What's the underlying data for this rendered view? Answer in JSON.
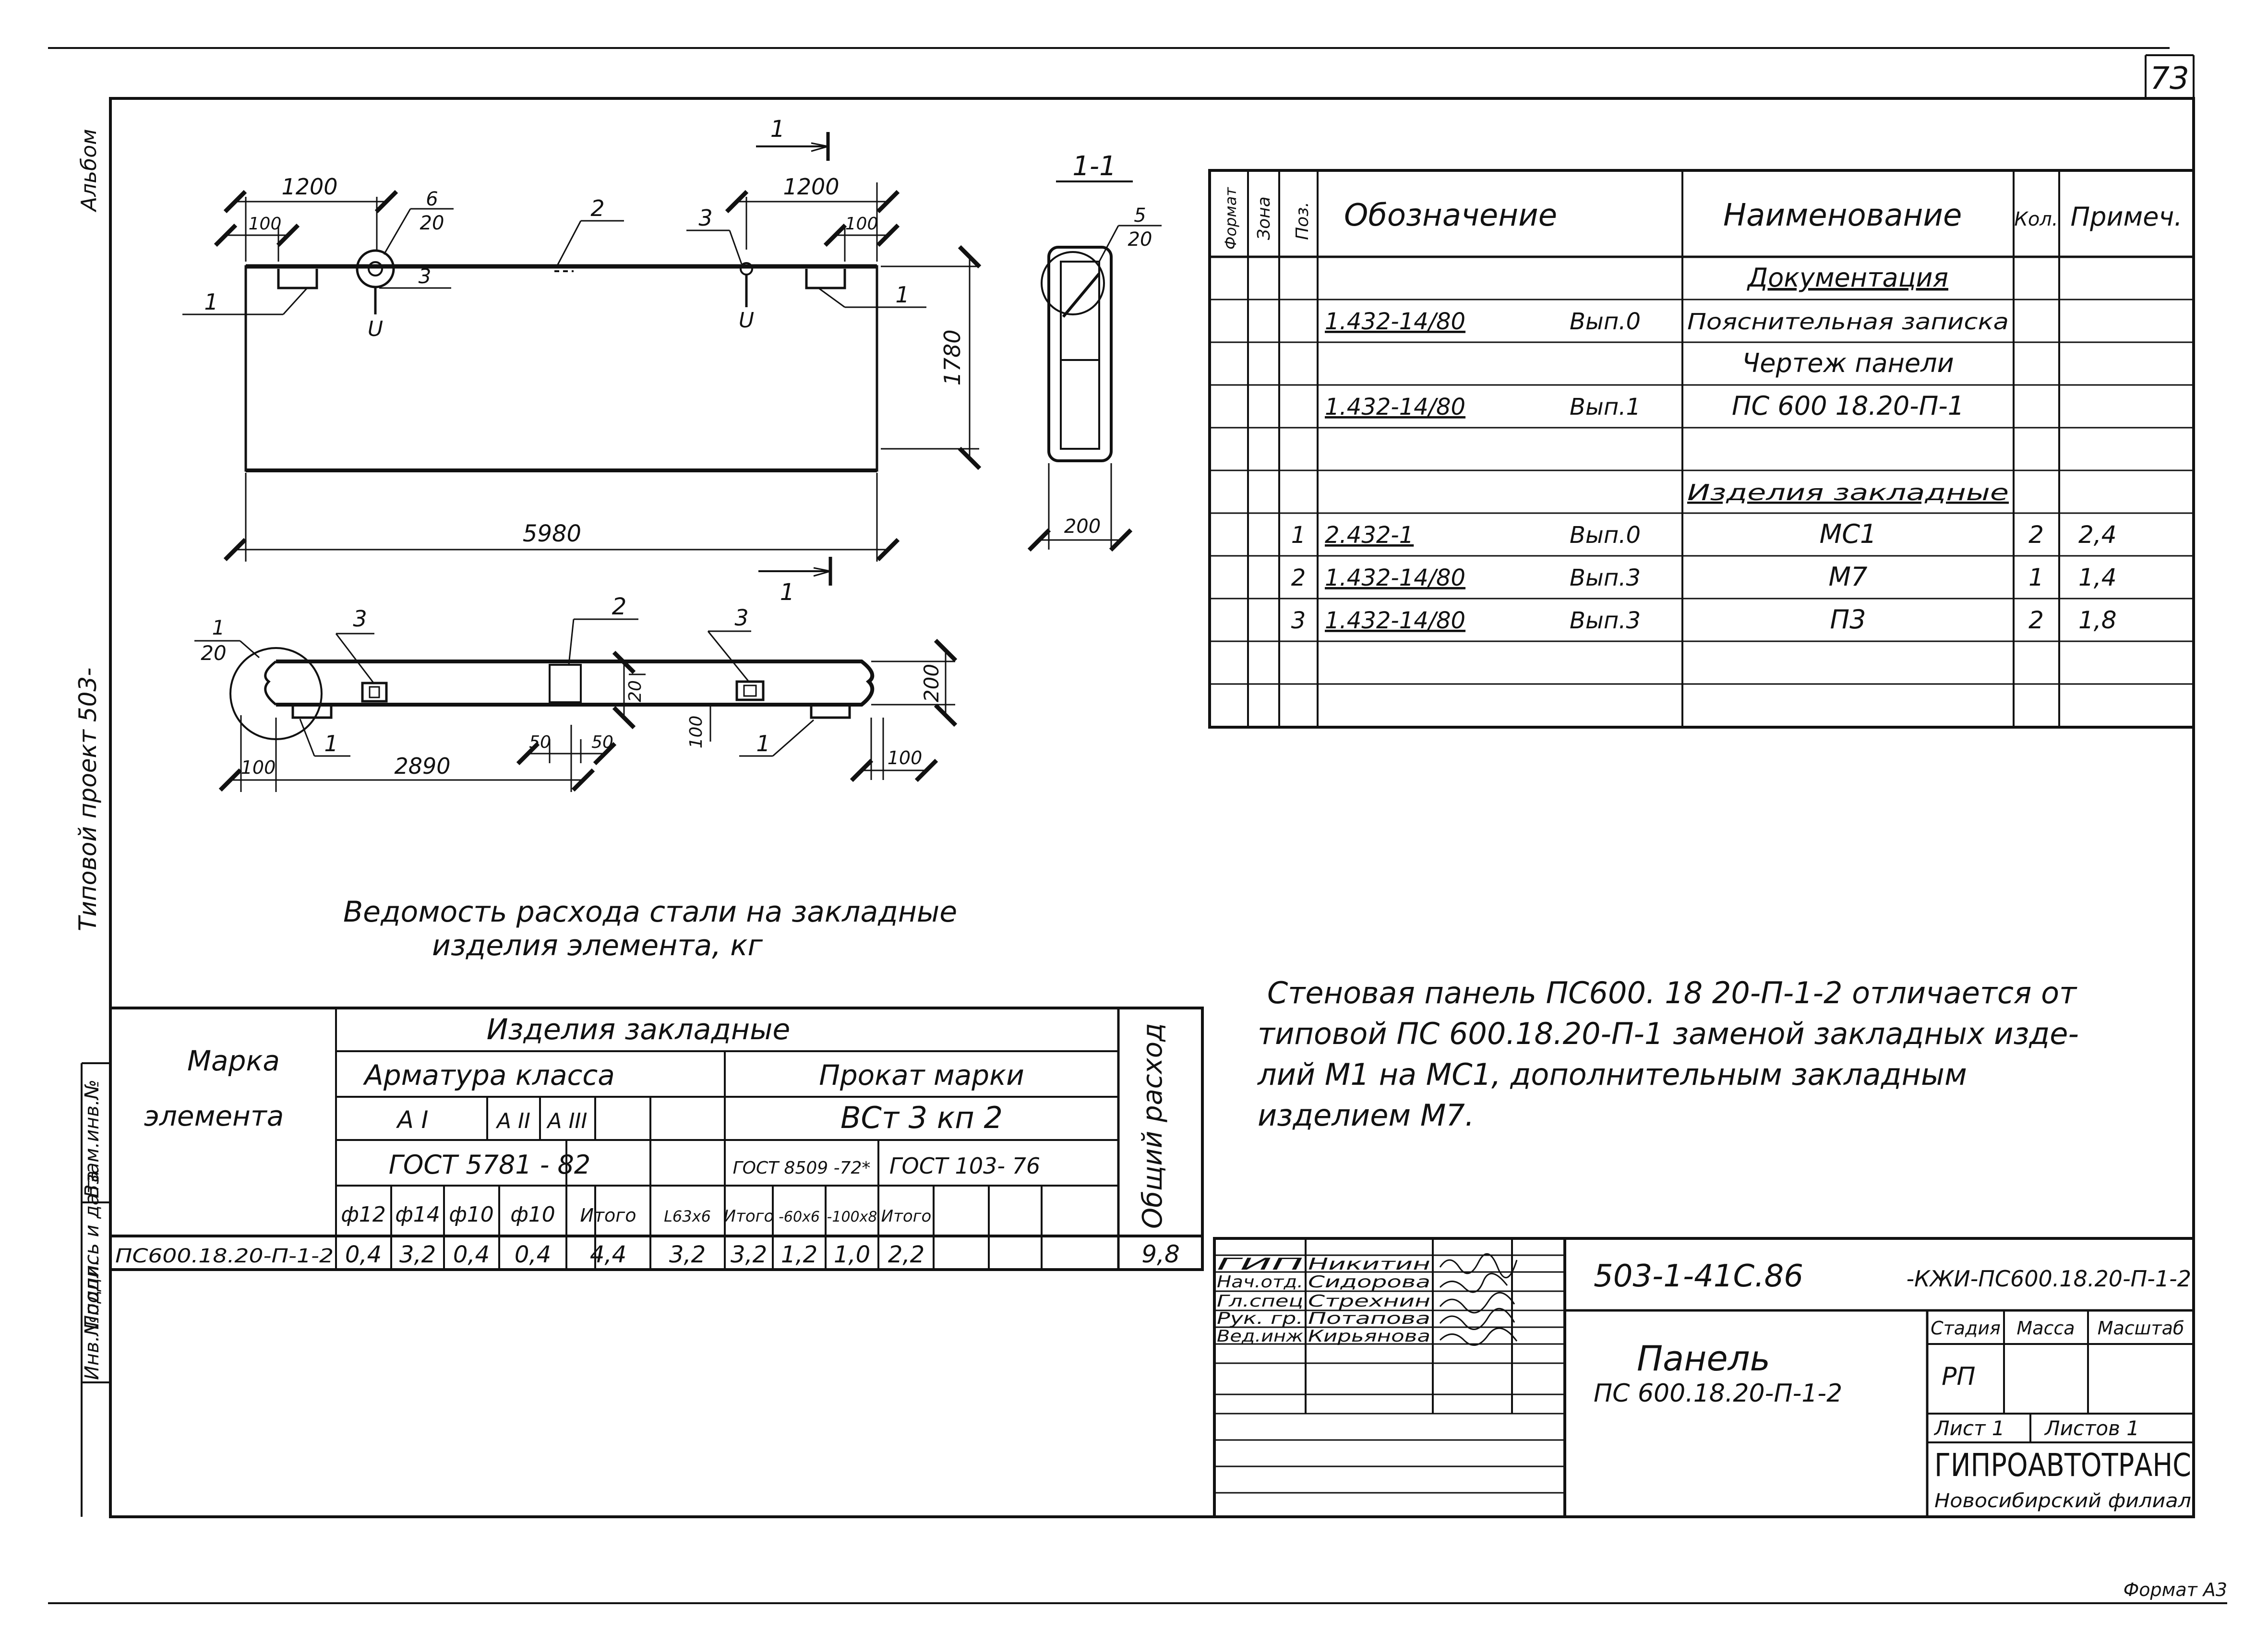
{
  "sheet": {
    "number": "73",
    "format_label": "Формат А3",
    "side_label": "Типовой  проект 503-",
    "side_stamp": "Альбом",
    "side_fields": [
      "Инв.№подл.",
      "Подпись и дата",
      "Взам.инв.№"
    ]
  },
  "plan": {
    "dim_left_1200": "1200",
    "dim_right_1200": "1200",
    "dim_left_100": "100",
    "dim_right_100": "100",
    "dim_height": "1780",
    "dim_length": "5980",
    "callout_6_num": "6",
    "callout_6_den": "20",
    "label_1_left": "1",
    "label_1_right": "1",
    "label_2": "2",
    "label_3_left": "3",
    "label_3_right": "3",
    "hook_left": "U",
    "hook_right": "U",
    "section_mark_top": "1",
    "section_mark_bottom": "1"
  },
  "section": {
    "title": "1-1",
    "callout_num": "5",
    "callout_den": "20",
    "dim_width": "200"
  },
  "topview": {
    "callout_num": "1",
    "callout_den": "20",
    "label_3_left": "3",
    "label_2": "2",
    "label_3_right": "3",
    "label_1_left": "1",
    "label_1_right": "1",
    "dim_20": "20",
    "dim_height": "200",
    "dim_100_left": "100",
    "dim_2890": "2890",
    "dim_50_left": "50",
    "dim_50_right": "50",
    "dim_100_mid": "100",
    "dim_100_right": "100"
  },
  "spec": {
    "headers": [
      "Формат",
      "Зона",
      "Поз.",
      "Обозначение",
      "Наименование",
      "Кол.",
      "Примеч."
    ],
    "rows": [
      {
        "pos": "",
        "code": "",
        "vyp": "",
        "name": "Документация",
        "underline": true,
        "qty": "",
        "note": ""
      },
      {
        "pos": "",
        "code": "1.432-14/80",
        "vyp": "Вып.0",
        "name": "Пояснительная записка",
        "underline": false,
        "qty": "",
        "note": ""
      },
      {
        "pos": "",
        "code": "",
        "vyp": "",
        "name": "Чертеж   панели",
        "underline": false,
        "qty": "",
        "note": ""
      },
      {
        "pos": "",
        "code": "1.432-14/80",
        "vyp": "Вып.1",
        "name": "ПС 600 18.20-П-1",
        "underline": false,
        "qty": "",
        "note": ""
      },
      {
        "pos": "",
        "code": "",
        "vyp": "",
        "name": "",
        "underline": false,
        "qty": "",
        "note": ""
      },
      {
        "pos": "",
        "code": "",
        "vyp": "",
        "name": "Изделия  закладные",
        "underline": true,
        "qty": "",
        "note": ""
      },
      {
        "pos": "1",
        "code": "2.432-1",
        "vyp": "Вып.0",
        "name": "МС1",
        "underline": false,
        "qty": "2",
        "note": "2,4"
      },
      {
        "pos": "2",
        "code": "1.432-14/80",
        "vyp": "Вып.3",
        "name": "М7",
        "underline": false,
        "qty": "1",
        "note": "1,4"
      },
      {
        "pos": "3",
        "code": "1.432-14/80",
        "vyp": "Вып.3",
        "name": "П3",
        "underline": false,
        "qty": "2",
        "note": "1,8"
      },
      {
        "pos": "",
        "code": "",
        "vyp": "",
        "name": "",
        "underline": false,
        "qty": "",
        "note": ""
      },
      {
        "pos": "",
        "code": "",
        "vyp": "",
        "name": "",
        "underline": false,
        "qty": "",
        "note": ""
      }
    ]
  },
  "steel": {
    "title_line1": "Ведомость   расхода  стали  на  закладные",
    "title_line2": "изделия   элемента,   кг",
    "col_mark": "Марка",
    "col_mark2": "элемента",
    "group_title": "Изделия     закладные",
    "armatura": "Арматура    класса",
    "prokat": "Прокат    марки",
    "class_AI": "А I",
    "class_AII": "А II",
    "class_AIII": "А III",
    "steel_grade": "ВСт 3  кп 2",
    "gost_arm": "ГОСТ 5781 - 82",
    "gost_prokat1": "ГОСТ 8509 -72*",
    "gost_prokat2": "ГОСТ 103- 76",
    "total_label": "Общий расход",
    "subheaders": [
      "ф12",
      "ф14",
      "ф10",
      "ф10",
      "Итого",
      "L63x6",
      "Итого",
      "-60x6",
      "-100x8",
      "Итого"
    ],
    "row": {
      "mark": "ПС600.18.20-П-1-2",
      "values": [
        "0,4",
        "3,2",
        "0,4",
        "0,4",
        "4,4",
        "3,2",
        "3,2",
        "1,2",
        "1,0",
        "2,2"
      ],
      "total": "9,8"
    }
  },
  "note": {
    "lines": [
      "Стеновая    панель   ПС600. 18 20-П-1-2  отличается  от",
      "типовой   ПС 600.18.20-П-1  заменой     закладных  изде-",
      "лий  М1 на  МС1,  дополнительным   закладным",
      "изделием      М7."
    ]
  },
  "titleblock": {
    "roles": [
      "ГИП",
      "Нач.отд.",
      "Гл.спец",
      "Рук. гр.",
      "Вед.инж"
    ],
    "names": [
      "Никитин",
      "Сидорова",
      "Стрехнин",
      "Потапова",
      "Кирьянова"
    ],
    "code": "503-1-41С.86",
    "doc_code": "-КЖИ-ПС600.18.20-П-1-2",
    "title_line1": "Панель",
    "title_line2": "ПС 600.18.20-П-1-2",
    "stage_label": "Стадия",
    "mass_label": "Масса",
    "scale_label": "Масштаб",
    "stage": "РП",
    "sheet_label": "Лист 1",
    "sheets_label": "Листов 1",
    "org": "ГИПРОАВТОТРАНС",
    "branch": "Новосибирский  филиал"
  }
}
